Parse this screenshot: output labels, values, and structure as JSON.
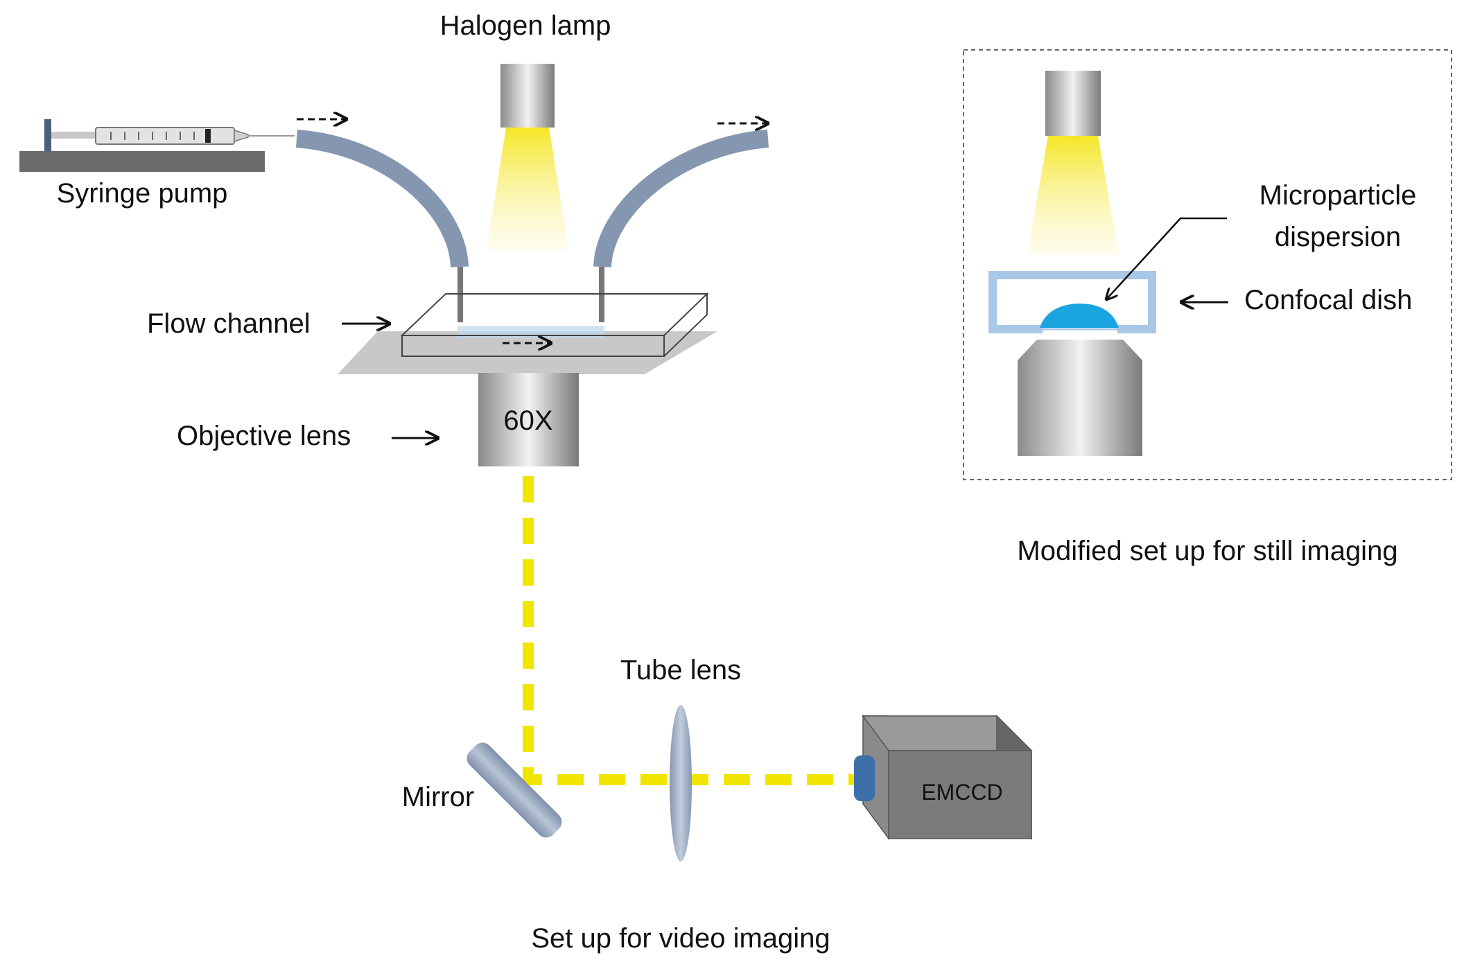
{
  "labels": {
    "halogen_lamp": "Halogen lamp",
    "syringe_pump": "Syringe pump",
    "flow_channel": "Flow channel",
    "objective_lens": "Objective lens",
    "magnification": "60X",
    "tube_lens": "Tube lens",
    "mirror": "Mirror",
    "camera": "EMCCD",
    "video_caption": "Set up for video imaging",
    "microparticle_line1": "Microparticle",
    "microparticle_line2": "dispersion",
    "confocal_dish": "Confocal dish",
    "still_caption": "Modified set up for still imaging"
  },
  "colors": {
    "tubing": "#8596b0",
    "light_beam": "#f2e600",
    "lamp_light": "#f5e625",
    "stage": "#c8c8c8",
    "dish_border": "#a9c8e8",
    "droplet": "#1aa4e0",
    "camera_front": "#7b7b7b",
    "camera_lens": "#3d6fa8"
  }
}
